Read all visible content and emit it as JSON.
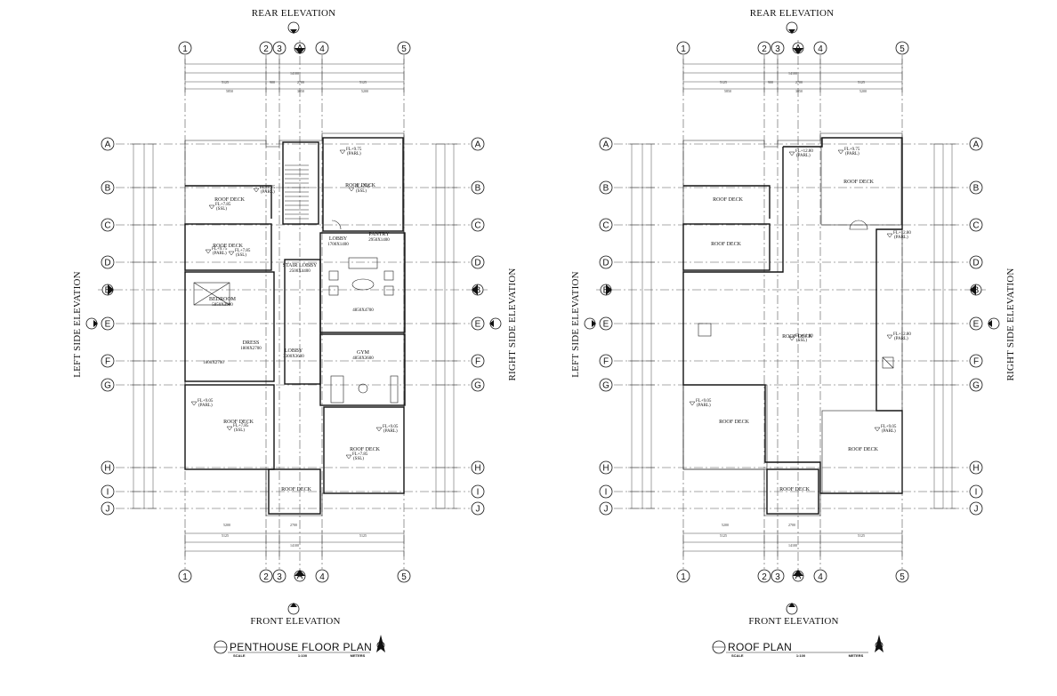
{
  "plans": [
    {
      "id": "penthouse",
      "title": "PENTHOUSE FLOOR PLAN",
      "scale_label": "SCALE",
      "scale_value": "1:100",
      "unit_label": "METERS",
      "rooms": [
        {
          "name": "ROOF DECK",
          "dims": ""
        },
        {
          "name": "ROOF DECK",
          "dims": ""
        },
        {
          "name": "ROOF DECK",
          "dims": ""
        },
        {
          "name": "LOBBY",
          "dims": "1700X1400"
        },
        {
          "name": "PANTRY",
          "dims": "2950X1400"
        },
        {
          "name": "STAIR LOBBY",
          "dims": "2500X4400"
        },
        {
          "name": "BEDROOM",
          "dims": "5850X3900"
        },
        {
          "name": "",
          "dims": "4850X4700"
        },
        {
          "name": "DRESS",
          "dims": "1800X2700"
        },
        {
          "name": "",
          "dims": "1800X2700"
        },
        {
          "name": "LOBBY",
          "dims": "3300X3600"
        },
        {
          "name": "GYM",
          "dims": "4850X3600"
        },
        {
          "name": "ROOF DECK",
          "dims": ""
        },
        {
          "name": "ROOF DECK",
          "dims": ""
        },
        {
          "name": "ROOF DECK",
          "dims": ""
        }
      ],
      "levels": [
        {
          "value": "FL+9.75",
          "type": "(PARL)"
        },
        {
          "value": "FL+7.85",
          "type": "(SSL)"
        },
        {
          "value": "FL+9.75",
          "type": "(PARL)"
        },
        {
          "value": "FL+7.85",
          "type": "(SSL)"
        },
        {
          "value": "FL+9.75",
          "type": "(PARL)"
        },
        {
          "value": "FL+7.85",
          "type": "(SSL)"
        },
        {
          "value": "FL+9.05",
          "type": "(PARL)"
        },
        {
          "value": "FL+7.85",
          "type": "(SSL)"
        },
        {
          "value": "FL+9.05",
          "type": "(PARL)"
        },
        {
          "value": "FL+7.85",
          "type": "(SSL)"
        }
      ]
    },
    {
      "id": "roof",
      "title": "ROOF PLAN",
      "scale_label": "SCALE",
      "scale_value": "1:100",
      "unit_label": "METERS",
      "rooms": [
        {
          "name": "ROOF DECK",
          "dims": ""
        },
        {
          "name": "ROOF DECK",
          "dims": ""
        },
        {
          "name": "ROOF DECK",
          "dims": ""
        },
        {
          "name": "ROOF DECK",
          "dims": ""
        },
        {
          "name": "ROOF DECK",
          "dims": ""
        },
        {
          "name": "ROOF DECK",
          "dims": ""
        },
        {
          "name": "ROOF DECK",
          "dims": ""
        }
      ],
      "levels": [
        {
          "value": "FL+12.80",
          "type": "(PARL)"
        },
        {
          "value": "FL+9.75",
          "type": "(PARL)"
        },
        {
          "value": "FL+12.80",
          "type": "(PARL)"
        },
        {
          "value": "FL+11.00",
          "type": "(SSL)"
        },
        {
          "value": "FL+12.80",
          "type": "(PARL)"
        },
        {
          "value": "FL+9.05",
          "type": "(PARL)"
        },
        {
          "value": "FL+9.05",
          "type": "(PARL)"
        }
      ]
    }
  ],
  "elevations": {
    "rear": "REAR ELEVATION",
    "front": "FRONT ELEVATION",
    "left": "LEFT SIDE ELEVATION",
    "right": "RIGHT SIDE ELEVATION"
  },
  "section_marks": [
    "A",
    "B"
  ],
  "grid_numbers": [
    "1",
    "2",
    "3",
    "4",
    "5"
  ],
  "grid_letters": [
    "A",
    "B",
    "C",
    "D",
    "E",
    "F",
    "G",
    "H",
    "I",
    "J"
  ],
  "dimensions_top": [
    "5125",
    "900",
    "2700",
    "5125"
  ],
  "dimensions_top2": [
    "5850",
    "3050",
    "5200"
  ],
  "dimensions_bottom": [
    "5200",
    "2700",
    "5125",
    "5125"
  ],
  "total_dim": "14100",
  "colors": {
    "line": "#111111",
    "grid": "#555555",
    "paper": "#ffffff"
  }
}
